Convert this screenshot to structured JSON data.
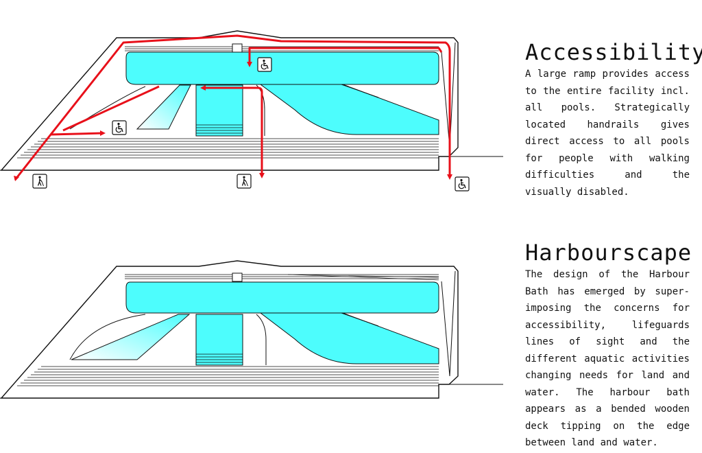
{
  "sections": [
    {
      "id": "accessibility",
      "title": "Accessibility",
      "body": "A large ramp provides access to the entire facility incl. all pools. Strategically located handrails gives direct access to all pools for people with walking difficulties and the visually disabled."
    },
    {
      "id": "harbourscape",
      "title": "Harbourscape",
      "body": "The design of the Harbour Bath has emerged by super-imposing the concerns for accessibility, lifeguards lines of sight and the different aquatic activities changing needs for land and water. The harbour bath appears as a bended wooden deck tipping on the edge between land and water."
    }
  ],
  "icons": [
    {
      "name": "wheelchair-icon"
    },
    {
      "name": "wheelchair-icon"
    },
    {
      "name": "wheelchair-icon"
    },
    {
      "name": "visually-impaired-cane-icon"
    },
    {
      "name": "visually-impaired-cane-icon"
    }
  ],
  "colors": {
    "water": "#4dfdfd",
    "route": "#e8101a",
    "line": "#111111"
  }
}
